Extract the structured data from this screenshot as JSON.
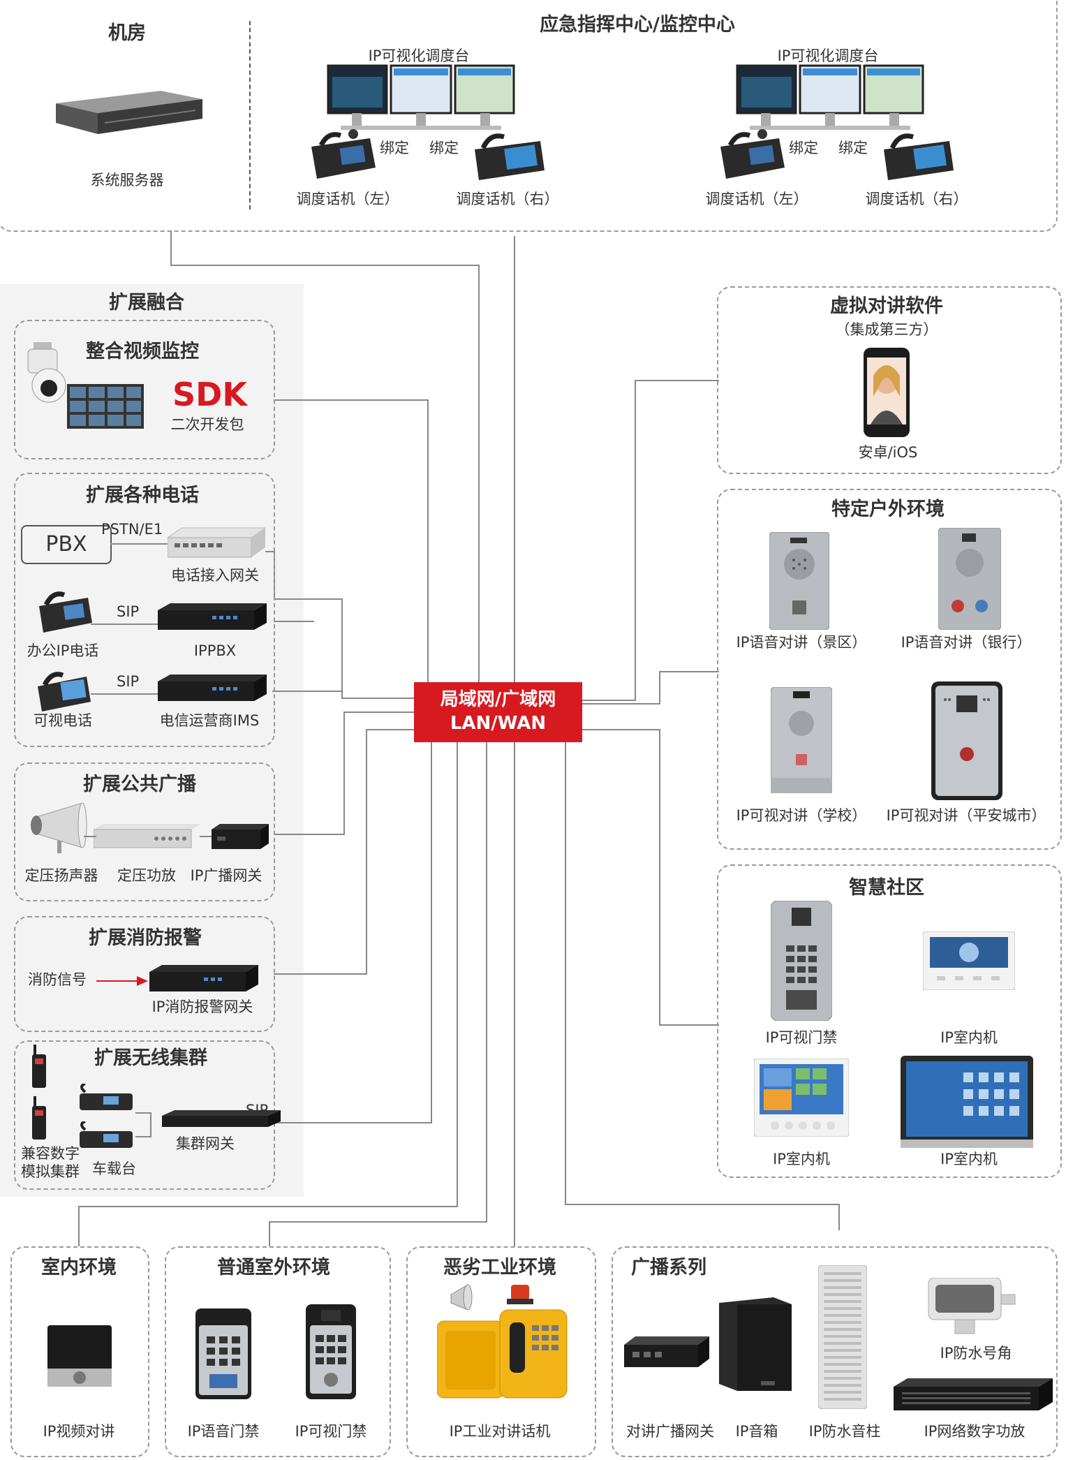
{
  "colors": {
    "accent": "#d71920",
    "line": "#888888",
    "panel_border": "#999999",
    "text": "#333333"
  },
  "top": {
    "machine_room": {
      "title": "机房",
      "server_label": "系统服务器"
    },
    "command_center": {
      "title": "应急指挥中心/监控中心",
      "groups": [
        {
          "console_label": "IP可视化调度台",
          "bind_left": "绑定",
          "bind_right": "绑定",
          "phone_left": "调度话机（左）",
          "phone_right": "调度话机（右）"
        },
        {
          "console_label": "IP可视化调度台",
          "bind_left": "绑定",
          "bind_right": "绑定",
          "phone_left": "调度话机（左）",
          "phone_right": "调度话机（右）"
        }
      ]
    }
  },
  "left": {
    "title": "扩展融合",
    "video": {
      "title": "整合视频监控",
      "sdk": "SDK",
      "sdk_sub": "二次开发包"
    },
    "phones": {
      "title": "扩展各种电话",
      "pbx": "PBX",
      "pstn": "PSTN/E1",
      "gateway": "电话接入网关",
      "sip1": "SIP",
      "office_phone": "办公IP电话",
      "ippbx": "IPPBX",
      "sip2": "SIP",
      "video_phone": "可视电话",
      "ims": "电信运营商IMS"
    },
    "broadcast": {
      "title": "扩展公共广播",
      "speaker": "定压扬声器",
      "amp": "定压功放",
      "gateway": "IP广播网关"
    },
    "fire": {
      "title": "扩展消防报警",
      "signal": "消防信号",
      "gateway": "IP消防报警网关"
    },
    "wireless": {
      "title": "扩展无线集群",
      "sip": "SIP",
      "radio_line1": "兼容数字",
      "radio_line2": "模拟集群",
      "car": "车载台",
      "gateway": "集群网关"
    }
  },
  "center": {
    "line1": "局域网/广域网",
    "line2": "LAN/WAN"
  },
  "right": {
    "virtual": {
      "title": "虚拟对讲软件",
      "subtitle": "（集成第三方）",
      "os": "安卓/iOS"
    },
    "outdoor": {
      "title": "特定户外环境",
      "item1": "IP语音对讲（景区）",
      "item2": "IP语音对讲（银行）",
      "item3": "IP可视对讲（学校）",
      "item4": "IP可视对讲（平安城市）"
    },
    "community": {
      "title": "智慧社区",
      "item1": "IP可视门禁",
      "item2": "IP室内机",
      "item3": "IP室内机",
      "item4": "IP室内机"
    }
  },
  "bottom": {
    "indoor": {
      "title": "室内环境",
      "item": "IP视频对讲"
    },
    "outdoor": {
      "title": "普通室外环境",
      "item1": "IP语音门禁",
      "item2": "IP可视门禁"
    },
    "industrial": {
      "title": "恶劣工业环境",
      "item": "IP工业对讲话机"
    },
    "broadcast": {
      "title": "广播系列",
      "item1": "对讲广播网关",
      "item2": "IP音箱",
      "item3": "IP防水音柱",
      "item4": "IP防水号角",
      "item5": "IP网络数字功放"
    }
  }
}
